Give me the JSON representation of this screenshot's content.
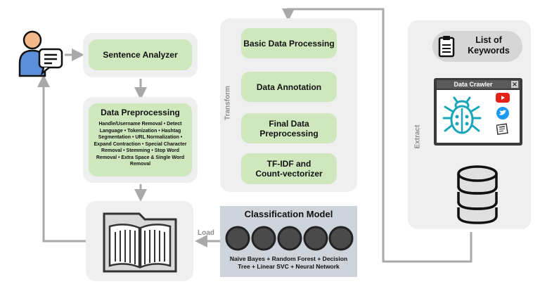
{
  "sentence_analyzer": "Sentence Analyzer",
  "data_preprocessing": {
    "title": "Data Preprocessing",
    "details": "Handle/Username Removal • Detect Language • Tokenization • Hashtag Segmentation • URL Normalization • Expand Contraction • Special Character Removal • Stemming • Stop Word Removal • Extra Space & Single Word Removal"
  },
  "transform": {
    "label": "Transform",
    "steps": [
      "Basic Data Processing",
      "Data Annotation",
      "Final Data Preprocessing",
      "TF-IDF and Count-vectorizer"
    ]
  },
  "classification": {
    "title": "Classification Model",
    "models": "Naive Bayes + Random Forest + Decision Tree + Linear SVC + Neural Network"
  },
  "load_label": "Load",
  "extract": {
    "label": "Extract",
    "keywords": "List of Keywords",
    "crawler_title": "Data Crawler"
  },
  "colors": {
    "green": "#cfe7bd",
    "panel": "#efefef",
    "classification_bg": "#cfd3dc",
    "arrow": "#a9a9a9",
    "crawler_frame": "#3b3b3b"
  },
  "icons": [
    "user-chat-icon",
    "clipboard-icon",
    "bug-icon",
    "youtube-icon",
    "twitter-icon",
    "news-icon",
    "database-icon",
    "book-folder-icon",
    "close-icon"
  ]
}
